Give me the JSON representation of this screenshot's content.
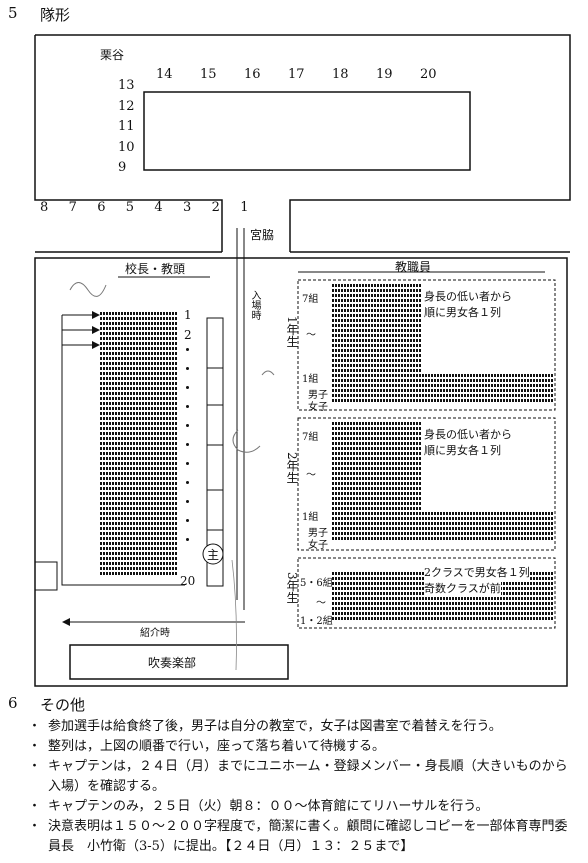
{
  "section5": {
    "number": "5",
    "title": "隊形"
  },
  "top_formation": {
    "school_a": "栗谷",
    "school_b": "宮脇",
    "row_top": [
      "14",
      "15",
      "16",
      "17",
      "18",
      "19",
      "20"
    ],
    "col_left": [
      "13",
      "12",
      "11",
      "10",
      "9"
    ],
    "row_bottom": [
      "8",
      "7",
      "6",
      "5",
      "4",
      "3",
      "2",
      "1"
    ]
  },
  "hall": {
    "principal_label": "校長・教頭",
    "staff_label": "教職員",
    "entrance_label": "入場時",
    "intro_label": "紹介時",
    "band_label": "吹奏楽部",
    "leader_mark": "主",
    "line_first": "1",
    "line_second": "2",
    "line_last": "20",
    "grade1": {
      "label": "1年生",
      "top_class": "7組",
      "tilde": "〜",
      "bottom_class": "1組",
      "boy": "男子",
      "girl": "女子",
      "note_line1": "身長の低い者から",
      "note_line2": "順に男女各１列"
    },
    "grade2": {
      "label": "2年生",
      "top_class": "7組",
      "tilde": "〜",
      "bottom_class": "1組",
      "boy": "男子",
      "girl": "女子",
      "note_line1": "身長の低い者から",
      "note_line2": "順に男女各１列"
    },
    "grade3": {
      "label": "3年生",
      "top_class": "5・6組",
      "tilde": "〜",
      "bottom_class": "1・2組",
      "note_line1": "2クラスで男女各１列",
      "note_line2": "奇数クラスが前"
    }
  },
  "section6": {
    "number": "6",
    "title": "その他",
    "items": [
      "参加選手は給食終了後，男子は自分の教室で，女子は図書室で着替えを行う。",
      "整列は，上図の順番で行い，座って落ち着いて待機する。",
      "キャプテンは，２４日（月）までにユニホーム・登録メンバー・身長順（大きいものから入場）を確認する。",
      "キャプテンのみ，２５日（火）朝８：００〜体育館にてリハーサルを行う。",
      "決意表明は１５０〜２００字程度で，簡潔に書く。顧問に確認しコピーを一部体育専門委員長　小竹衛（3-5）に提出。【２４日（月）１３：２５まで】"
    ]
  },
  "colors": {
    "ink": "#111111",
    "handwriting": "#666666"
  }
}
